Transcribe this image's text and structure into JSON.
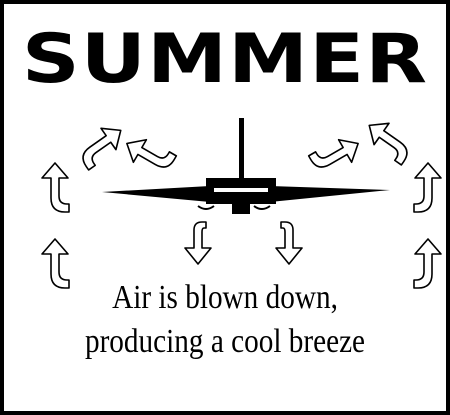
{
  "poster": {
    "title": "SUMMER",
    "caption_line1": "Air is blown down,",
    "caption_line2": "producing a cool breeze"
  },
  "colors": {
    "ink": "#000000",
    "background": "#ffffff"
  },
  "icons": {
    "fan": "ceiling-fan-icon",
    "arrows": "curved-airflow-arrow-icon"
  }
}
